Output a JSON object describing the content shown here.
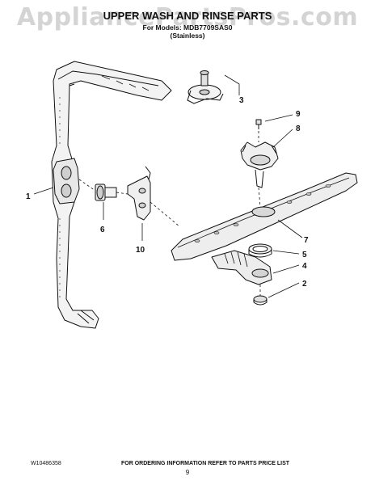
{
  "watermark": "AppliancePartsPros.com",
  "header": {
    "title": "UPPER WASH AND RINSE PARTS",
    "models": "For Models: MDB7709SAS0",
    "finish": "(Stainless)"
  },
  "callouts": [
    "1",
    "2",
    "3",
    "4",
    "5",
    "6",
    "7",
    "8",
    "9",
    "10"
  ],
  "footer": {
    "doc_number": "W10486358",
    "ordering_note": "FOR ORDERING INFORMATION REFER TO PARTS PRICE LIST",
    "page": "9"
  }
}
